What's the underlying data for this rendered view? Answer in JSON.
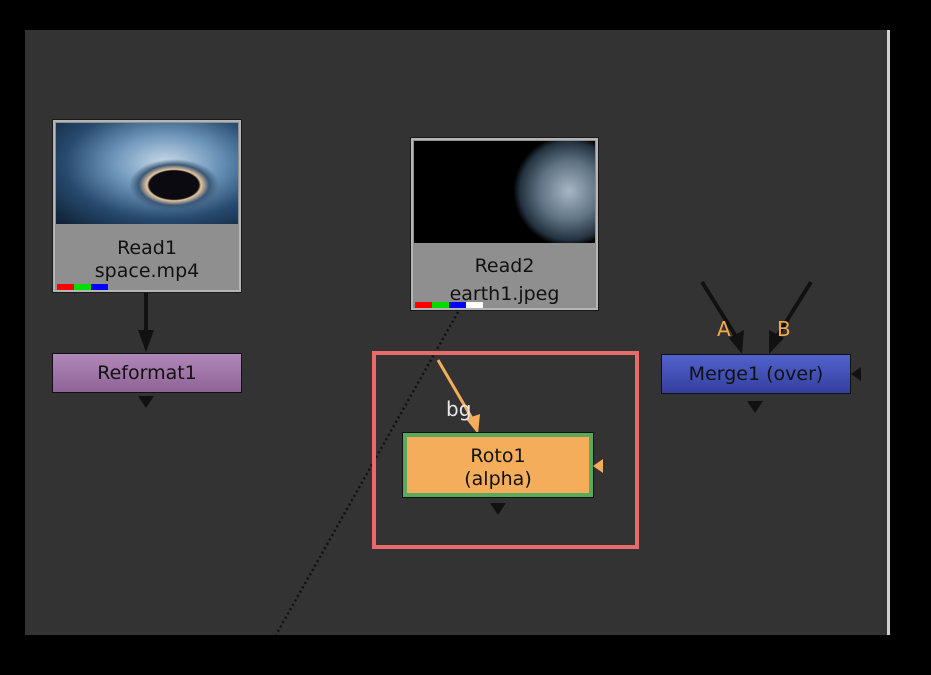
{
  "nodes": {
    "read1": {
      "name": "Read1",
      "file": "space.mp4"
    },
    "read2": {
      "name": "Read2",
      "file": "earth1.jpeg"
    },
    "reformat1": {
      "name": "Reformat1"
    },
    "roto1": {
      "name": "Roto1",
      "channel": "(alpha)"
    },
    "merge1": {
      "name": "Merge1 (over)"
    }
  },
  "inputs": {
    "roto_bg": "bg",
    "merge_a": "A",
    "merge_b": "B"
  },
  "colors": {
    "canvas": "#333333",
    "reformat": "#a077a8",
    "roto": "#f4ad5a",
    "merge": "#3f4fb8",
    "selection": "#e86a6a",
    "pipe_selected": "#f4ad5a"
  },
  "channels": [
    "#ff0000",
    "#00dd00",
    "#0000ff",
    "#ffffff"
  ]
}
